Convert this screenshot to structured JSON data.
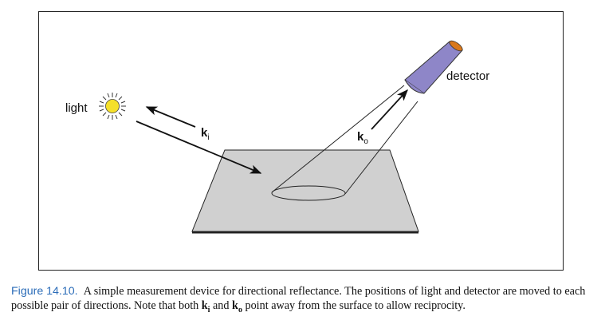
{
  "diagram": {
    "light_label": "light",
    "detector_label": "detector",
    "ki": {
      "base": "k",
      "sub": "i"
    },
    "ko": {
      "base": "k",
      "sub": "o"
    }
  },
  "caption": {
    "number": "Figure 14.10.",
    "text1": "A simple measurement device for directional reflectance. The positions of light and detector are moved to each possible pair of directions. Note that both ",
    "ki": {
      "base": "k",
      "sub": "i"
    },
    "and": " and ",
    "ko": {
      "base": "k",
      "sub": "o"
    },
    "text2": " point away from the surface to allow reciprocity."
  },
  "colors": {
    "caption_number": "#2b6cb8",
    "surface_fill": "#d0d0d0",
    "detector_fill": "#8e86c8",
    "sun_fill": "#f5e02a",
    "detector_tip": "#d9781c"
  }
}
